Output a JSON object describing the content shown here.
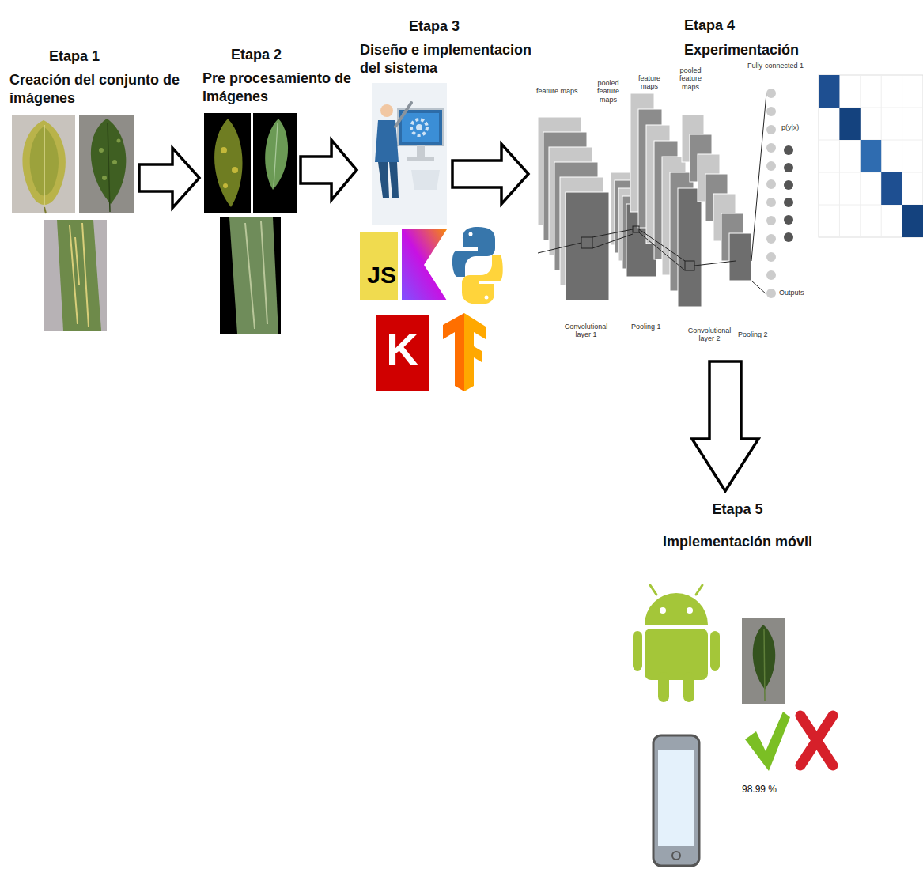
{
  "diagram": {
    "nodes": [
      {
        "text": [
          "Etapa 1",
          "Creación del conjunto de imágenes"
        ]
      },
      {
        "text": [
          "Etapa 2",
          "Pre procesamiento de imágenes"
        ]
      },
      {
        "text": [
          "Etapa 3",
          "Diseño e implementacion del sistema"
        ]
      },
      {
        "text": [
          "Etapa 4",
          "Experimentación"
        ]
      },
      {
        "text": [
          "Etapa 5",
          "Implementación móvil"
        ]
      }
    ],
    "edges": [
      {
        "from": 0,
        "to": 1,
        "arrow": "to"
      },
      {
        "from": 1,
        "to": 2,
        "arrow": "to"
      },
      {
        "from": 2,
        "to": 3,
        "arrow": "to"
      },
      {
        "from": 3,
        "to": 4,
        "arrow": "to"
      }
    ],
    "labels": [
      "JS",
      "K",
      "feature maps",
      "pooled feature maps",
      "feature maps",
      "pooled feature maps",
      "Fully-connected 1",
      "p(y|x)",
      "Outputs",
      "Convolutional layer 1",
      "Pooling 1",
      "Convolutional layer 2",
      "Pooling 2",
      "98.99 %"
    ]
  }
}
